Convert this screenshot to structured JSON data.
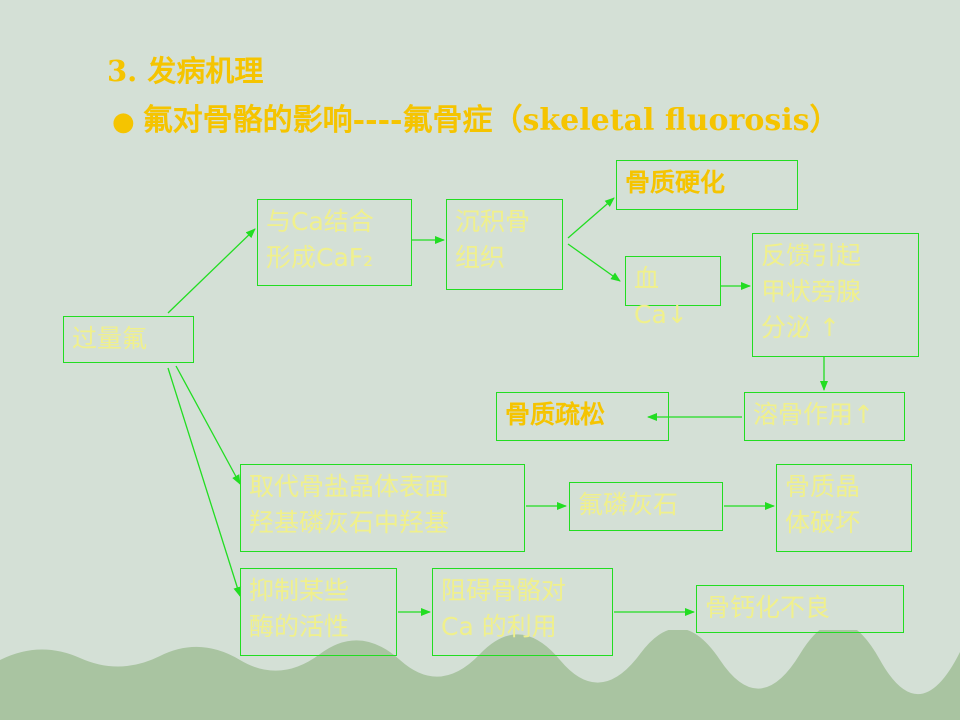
{
  "title": {
    "line1": "3.  发病机理",
    "bullet": "●",
    "line2": "氟对骨骼的影响----氟骨症（skeletal fluorosis）"
  },
  "boxes": {
    "excess_fluoride": "过量氟",
    "ca_bind": "与Ca结合\n形成CaF₂",
    "deposit": "沉积骨\n组织",
    "hardening": "骨质硬化",
    "blood_ca": "血Ca↓",
    "feedback": "反馈引起\n甲状旁腺\n分泌 ↑",
    "osteolysis": "溶骨作用↑",
    "osteoporosis": "骨质疏松",
    "replace": "取代骨盐晶体表面\n羟基磷灰石中羟基",
    "fluorapatite": "氟磷灰石",
    "crystal_damage": "骨质晶\n体破坏",
    "inhibit": "抑制某些\n酶的活性",
    "hinder": "阻碍骨骼对\nCa 的利用",
    "poor_calc": "骨钙化不良"
  },
  "colors": {
    "background": "#d4e0d6",
    "wave_band": "#a9c4a1",
    "title": "#f5c400",
    "box_text": "#f0f08c",
    "line": "#22dd22"
  }
}
